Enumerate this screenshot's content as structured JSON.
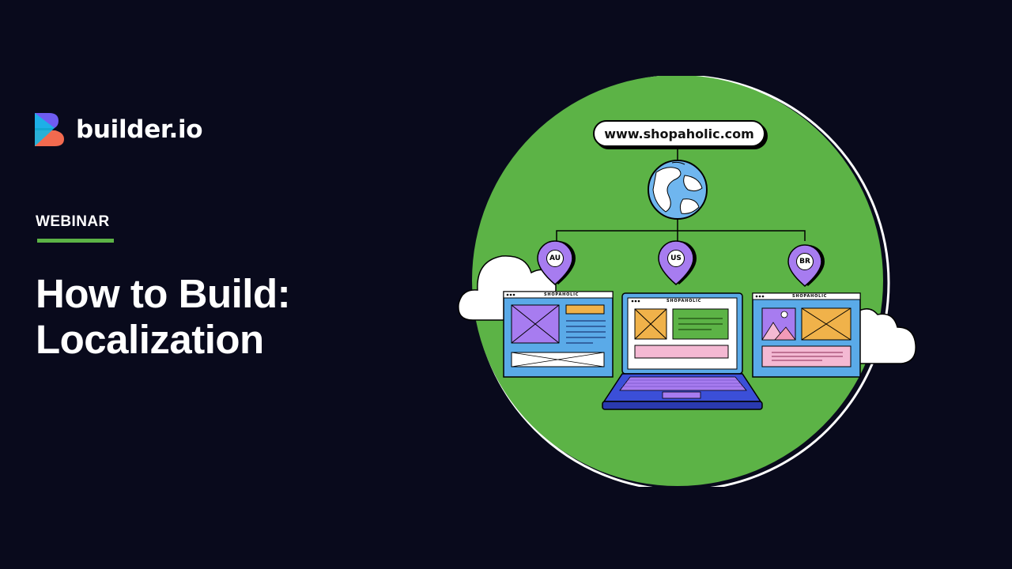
{
  "brand": {
    "name": "builder.io",
    "colors": {
      "top": "#6f5cf1",
      "bottom": "#f26a4f",
      "middle": "#14b8e6"
    }
  },
  "header": {
    "kicker": "WEBINAR",
    "title_line1": "How to Build:",
    "title_line2": "Localization"
  },
  "illustration": {
    "url": "www.shopaholic.com",
    "regions": [
      "AU",
      "US",
      "BR"
    ],
    "store_name": "SHOPAHOLIC",
    "colors": {
      "background": "#090a1c",
      "circle": "#5cb346",
      "globe_water": "#6fb6ef",
      "pin": "#a77cf0",
      "device": "#5aaae8",
      "laptop_body": "#3b4fd8",
      "card_purple": "#a77cf0",
      "card_orange": "#f0b24a",
      "card_pink": "#f4b9d3",
      "kicker_underline": "#5cb346"
    }
  }
}
